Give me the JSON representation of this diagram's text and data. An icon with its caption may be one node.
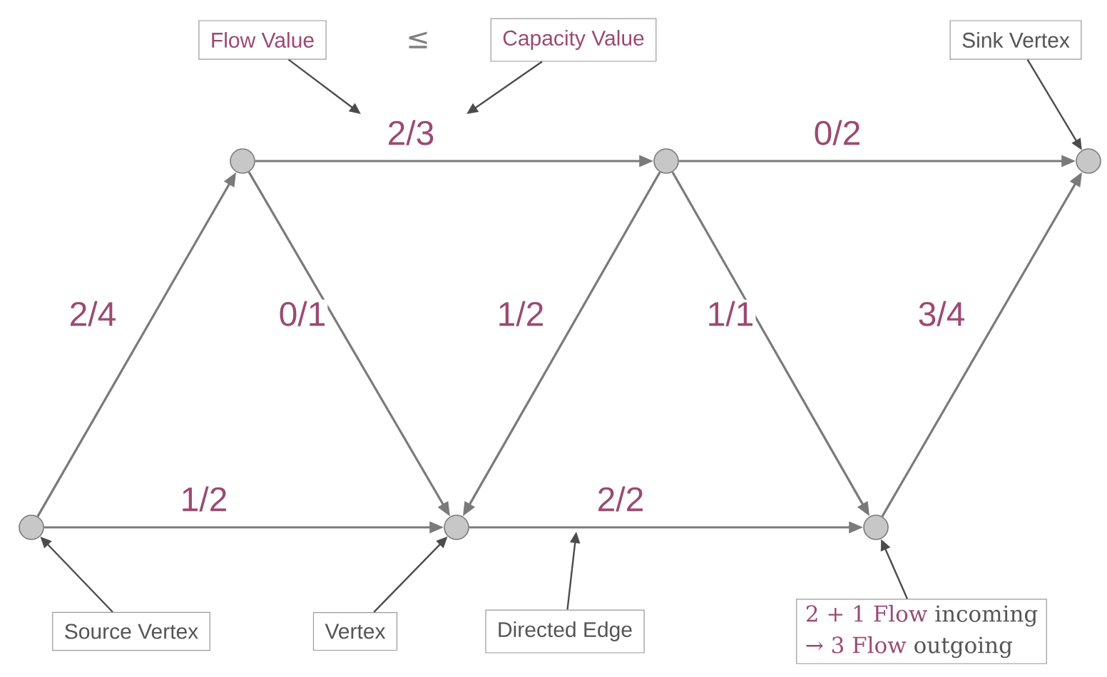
{
  "diagram": {
    "nodes": [
      {
        "text": [],
        "shape": "circle"
      },
      {
        "text": [],
        "shape": "circle"
      },
      {
        "text": [],
        "shape": "circle"
      },
      {
        "text": [],
        "shape": "circle"
      },
      {
        "text": [],
        "shape": "circle"
      },
      {
        "text": [],
        "shape": "circle"
      },
      {
        "text": [
          "Flow Value"
        ]
      },
      {
        "text": [
          "Capacity Value"
        ]
      },
      {
        "text": [
          "Sink Vertex"
        ]
      },
      {
        "text": [
          "Source Vertex"
        ]
      },
      {
        "text": [
          "Vertex"
        ]
      },
      {
        "text": [
          "Directed Edge"
        ]
      },
      {
        "text": [
          "2 + 1 Flow",
          "incoming",
          "→ 3 Flow",
          "outgoing"
        ]
      }
    ],
    "edges": [
      {
        "from": 0,
        "to": 1,
        "arrow": "to",
        "label": "2/4"
      },
      {
        "from": 1,
        "to": 2,
        "arrow": "to",
        "label": "0/1"
      },
      {
        "from": 0,
        "to": 2,
        "arrow": "to",
        "label": "1/2"
      },
      {
        "from": 1,
        "to": 3,
        "arrow": "to",
        "label": "2/3"
      },
      {
        "from": 3,
        "to": 2,
        "arrow": "to",
        "label": "1/2"
      },
      {
        "from": 3,
        "to": 4,
        "arrow": "to",
        "label": "1/1"
      },
      {
        "from": 2,
        "to": 4,
        "arrow": "to",
        "label": "2/2"
      },
      {
        "from": 3,
        "to": 5,
        "arrow": "to",
        "label": "0/2"
      },
      {
        "from": 4,
        "to": 5,
        "arrow": "to",
        "label": "3/4"
      },
      {
        "from": 6,
        "to": null,
        "arrow": "to"
      },
      {
        "from": 7,
        "to": null,
        "arrow": "to"
      },
      {
        "from": 8,
        "to": 5,
        "arrow": "to"
      },
      {
        "from": 9,
        "to": 0,
        "arrow": "to"
      },
      {
        "from": 10,
        "to": 2,
        "arrow": "to"
      },
      {
        "from": 11,
        "to": null,
        "arrow": "to"
      },
      {
        "from": 12,
        "to": 4,
        "arrow": "to"
      }
    ],
    "labels": [
      "≤"
    ]
  }
}
